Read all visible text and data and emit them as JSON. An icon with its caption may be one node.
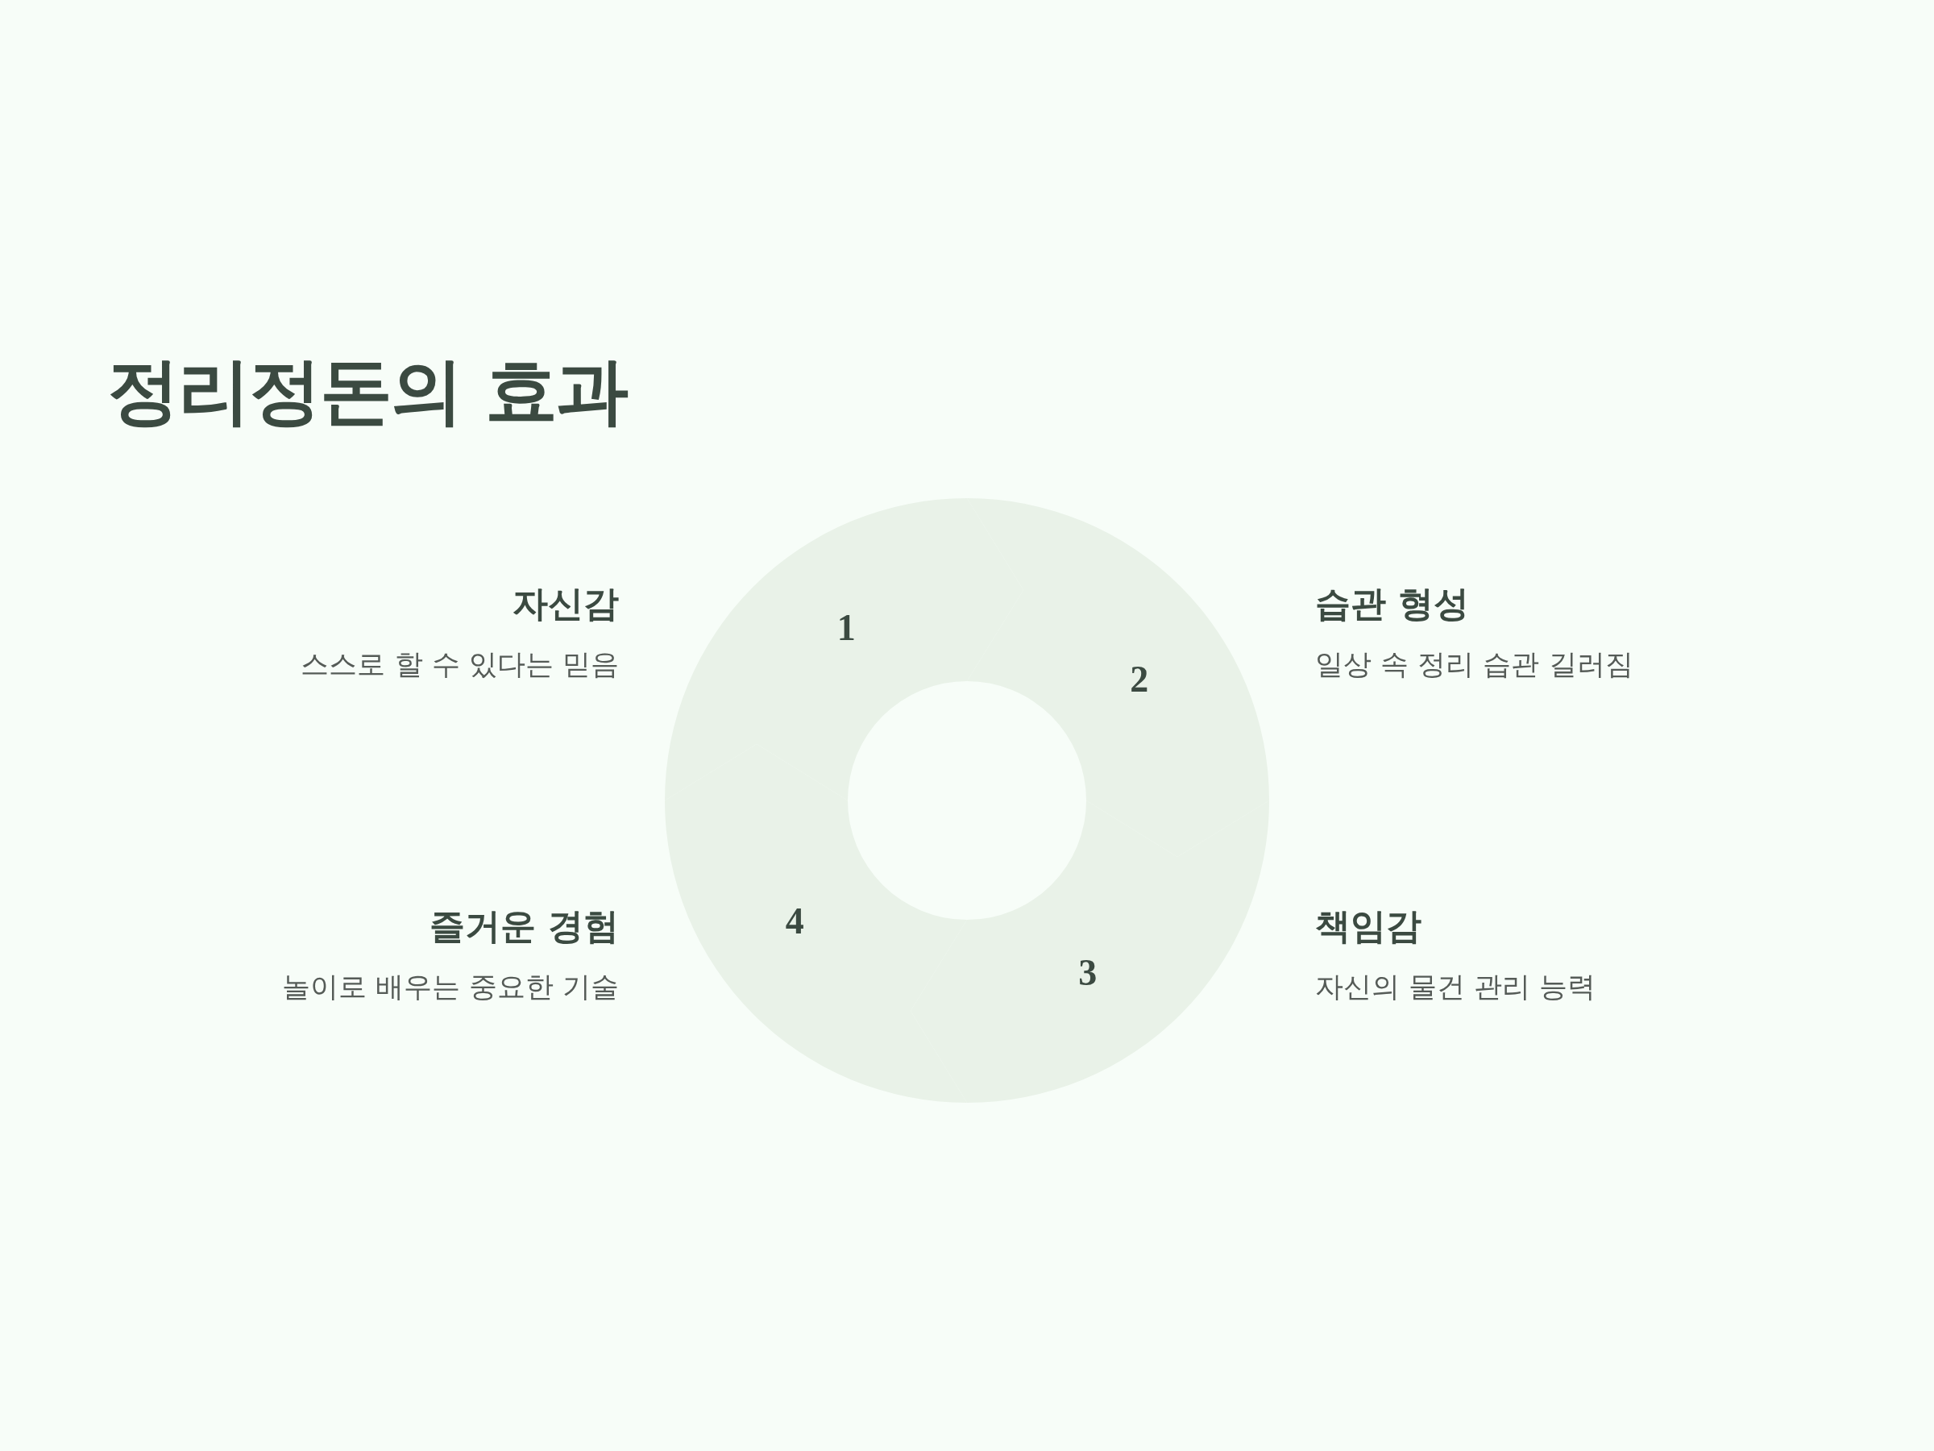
{
  "diagram": {
    "title": "정리정돈의 효과",
    "nodes": [
      {
        "text": [
          "1"
        ],
        "beside": [
          "자신감",
          "스스로 할 수 있다는 믿음"
        ]
      },
      {
        "text": [
          "2"
        ],
        "beside": [
          "습관 형성",
          "일상 속 정리 습관 길러짐"
        ]
      },
      {
        "text": [
          "3"
        ],
        "beside": [
          "책임감",
          "자신의 물건 관리 능력"
        ]
      },
      {
        "text": [
          "4"
        ],
        "beside": [
          "즐거운 경험",
          "놀이로 배우는 중요한 기술"
        ]
      }
    ]
  }
}
